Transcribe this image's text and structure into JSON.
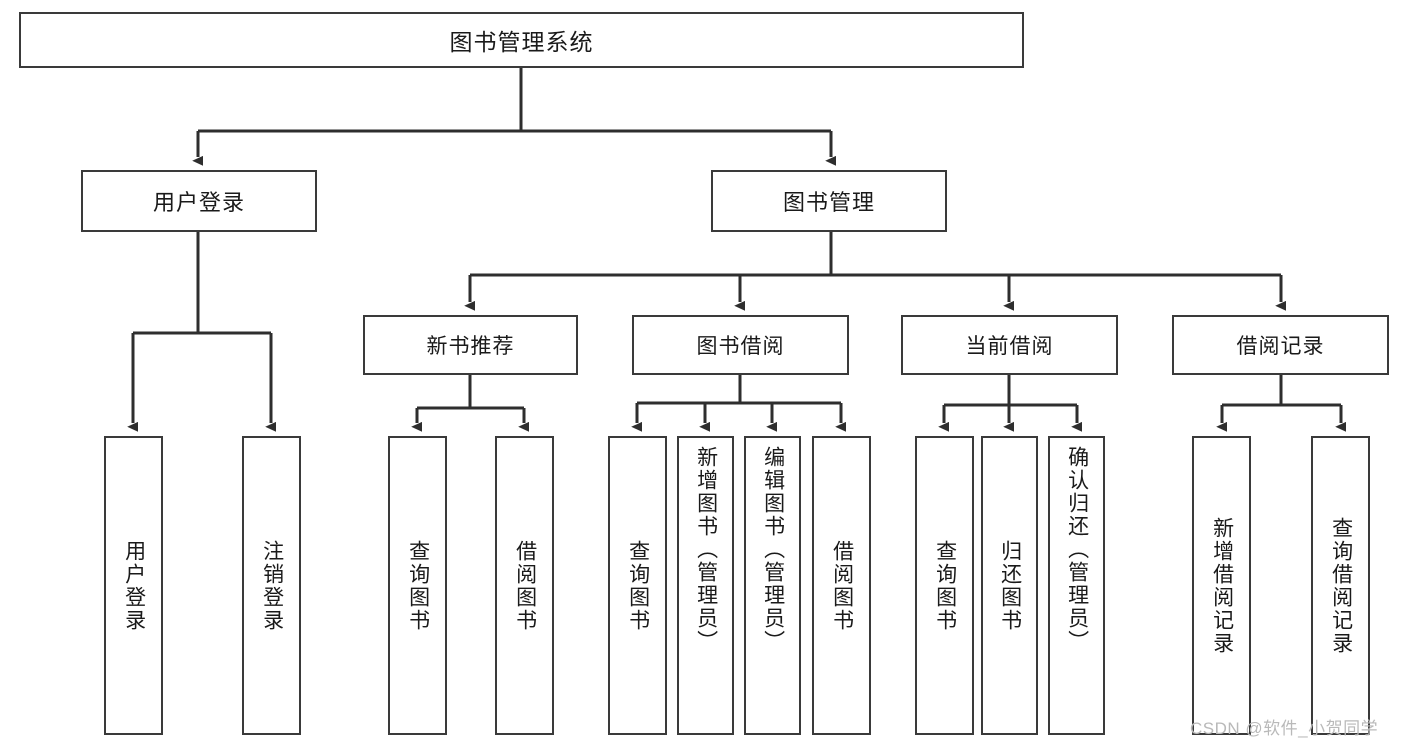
{
  "diagram": {
    "title": "图书管理系统",
    "type": "tree-hierarchy",
    "background_color": "#ffffff",
    "border_color": "#3a3a3a",
    "text_color": "#1a1a1a"
  },
  "root": {
    "label": "图书管理系统"
  },
  "level2": [
    {
      "label": "用户登录"
    },
    {
      "label": "图书管理"
    }
  ],
  "level3": [
    {
      "label": "新书推荐"
    },
    {
      "label": "图书借阅"
    },
    {
      "label": "当前借阅"
    },
    {
      "label": "借阅记录"
    }
  ],
  "leaves": {
    "user_login": [
      {
        "label": "用户登录"
      },
      {
        "label": "注销登录"
      }
    ],
    "new_book_recommend": [
      {
        "label": "查询图书"
      },
      {
        "label": "借阅图书"
      }
    ],
    "book_borrow": [
      {
        "label": "查询图书"
      },
      {
        "label": "新增图书（管理员）"
      },
      {
        "label": "编辑图书（管理员）"
      },
      {
        "label": "借阅图书"
      }
    ],
    "current_borrow": [
      {
        "label": "查询图书"
      },
      {
        "label": "归还图书"
      },
      {
        "label": "确认归还（管理员）"
      }
    ],
    "borrow_record": [
      {
        "label": "新增借阅记录"
      },
      {
        "label": "查询借阅记录"
      }
    ]
  },
  "watermark": {
    "text": "CSDN @软件_小贺同学"
  }
}
